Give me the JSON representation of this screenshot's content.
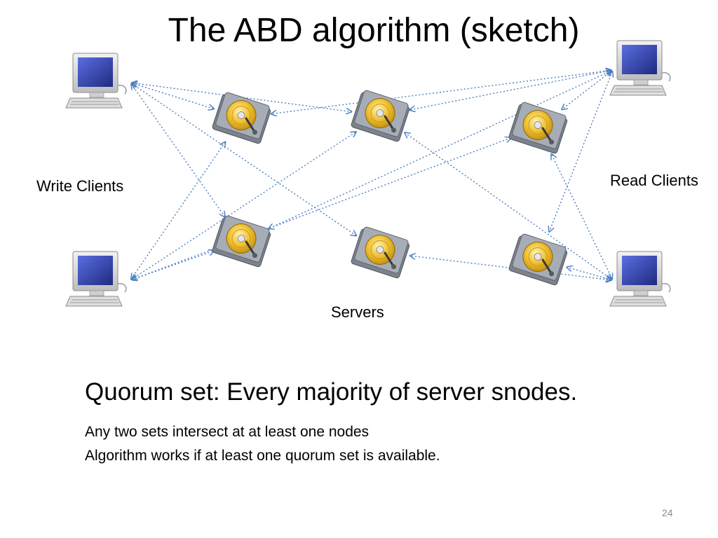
{
  "slide": {
    "title": "The ABD algorithm (sketch)",
    "labels": {
      "write_clients": "Write Clients",
      "read_clients": "Read Clients",
      "servers": "Servers"
    },
    "quorum_heading": "Quorum set: Every majority of server snodes.",
    "notes": [
      "Any two sets intersect at at least one nodes",
      "Algorithm works if at least one quorum set is available."
    ],
    "page_number": "24"
  },
  "diagram": {
    "clients": [
      {
        "id": "write-client-1",
        "role": "write",
        "icon": "computer-icon"
      },
      {
        "id": "write-client-2",
        "role": "write",
        "icon": "computer-icon"
      },
      {
        "id": "read-client-1",
        "role": "read",
        "icon": "computer-icon"
      },
      {
        "id": "read-client-2",
        "role": "read",
        "icon": "computer-icon"
      }
    ],
    "servers": [
      {
        "id": "server-1",
        "icon": "hard-disk-icon"
      },
      {
        "id": "server-2",
        "icon": "hard-disk-icon"
      },
      {
        "id": "server-3",
        "icon": "hard-disk-icon"
      },
      {
        "id": "server-4",
        "icon": "hard-disk-icon"
      },
      {
        "id": "server-5",
        "icon": "hard-disk-icon"
      },
      {
        "id": "server-6",
        "icon": "hard-disk-icon"
      }
    ],
    "links": [
      [
        "write-client-1",
        "server-1"
      ],
      [
        "write-client-1",
        "server-2"
      ],
      [
        "write-client-1",
        "server-4"
      ],
      [
        "write-client-1",
        "server-5"
      ],
      [
        "write-client-2",
        "server-1"
      ],
      [
        "write-client-2",
        "server-2"
      ],
      [
        "write-client-2",
        "server-3"
      ],
      [
        "write-client-2",
        "server-4"
      ],
      [
        "read-client-1",
        "server-1"
      ],
      [
        "read-client-1",
        "server-2"
      ],
      [
        "read-client-1",
        "server-3"
      ],
      [
        "read-client-1",
        "server-4"
      ],
      [
        "read-client-1",
        "server-6"
      ],
      [
        "read-client-2",
        "server-2"
      ],
      [
        "read-client-2",
        "server-5"
      ],
      [
        "read-client-2",
        "server-3"
      ],
      [
        "read-client-2",
        "server-6"
      ]
    ],
    "colors": {
      "link": "#4a7fc1",
      "screen": "#2a3a9a",
      "disk_gold": "#e8b21e",
      "disk_case": "#8a8f98"
    }
  }
}
